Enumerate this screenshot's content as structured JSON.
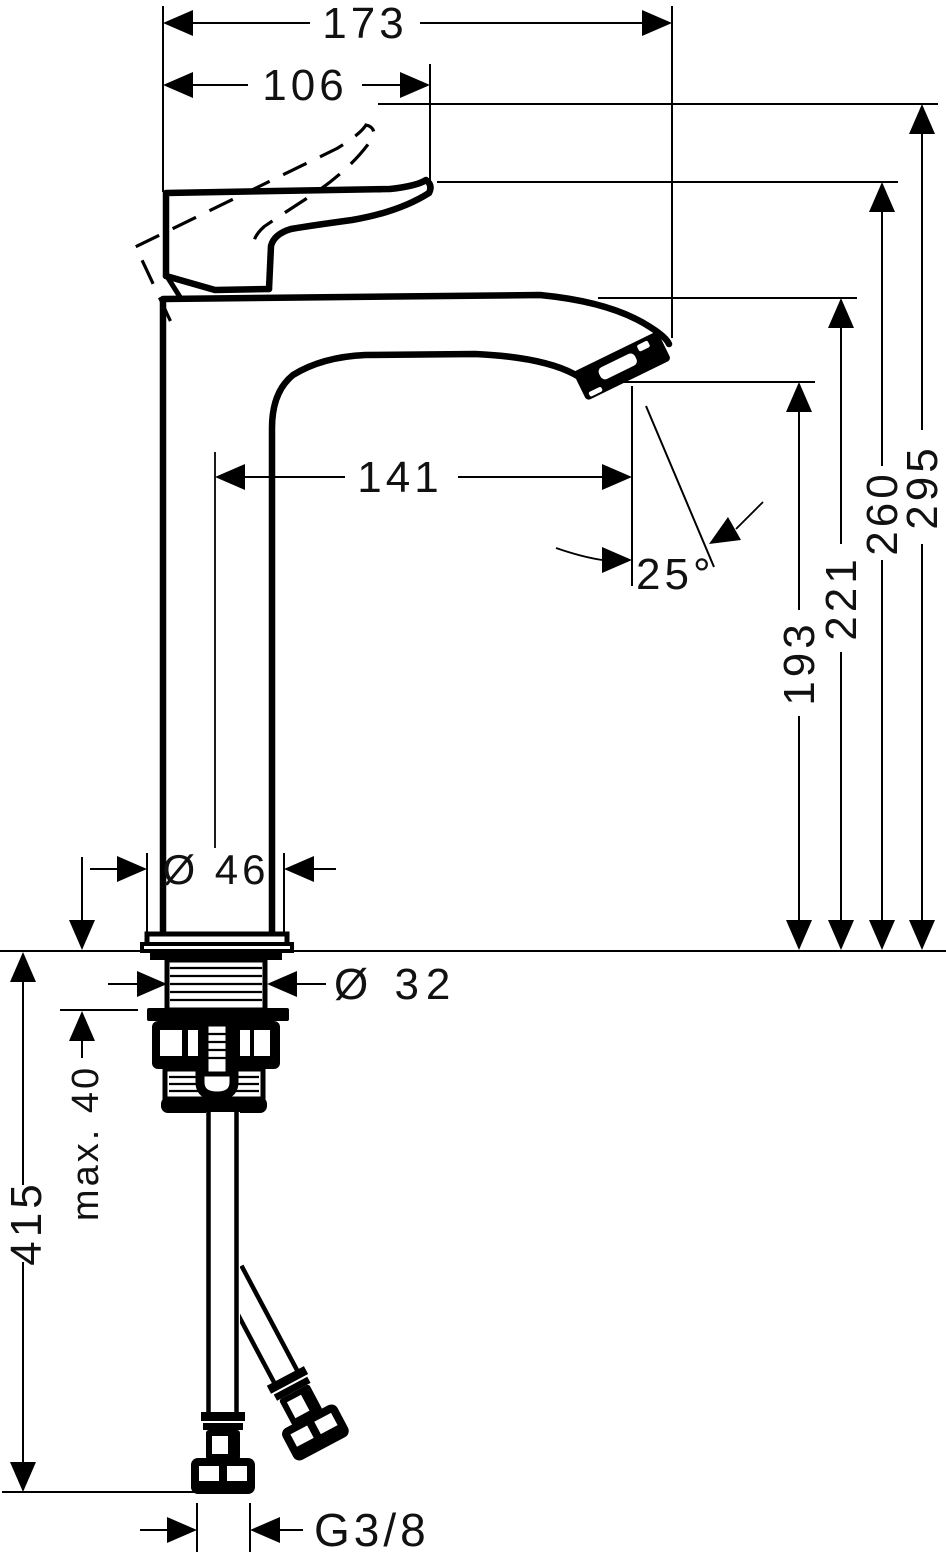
{
  "dimensions": {
    "overall_depth": "173",
    "handle_depth": "106",
    "spout_reach": "141",
    "spray_angle": "25°",
    "total_height": "295",
    "handle_height": "260",
    "spout_top_height": "221",
    "outlet_height": "193",
    "base_diameter": "Ø 46",
    "shank_diameter": "Ø 32",
    "max_counter_thickness": "max. 40",
    "hose_length": "415",
    "thread_size": "G3/8"
  },
  "colors": {
    "line": "#000000",
    "background": "#ffffff"
  }
}
